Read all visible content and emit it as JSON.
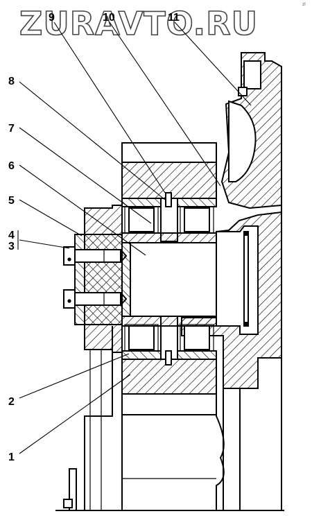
{
  "watermark": "ZURAVTO.RU",
  "corner_mark": "zl",
  "callouts": {
    "c1": "1",
    "c2": "2",
    "c3": "3",
    "c4": "4",
    "c5": "5",
    "c6": "6",
    "c7": "7",
    "c8": "8",
    "c9": "9",
    "c10": "10",
    "c11": "11"
  }
}
